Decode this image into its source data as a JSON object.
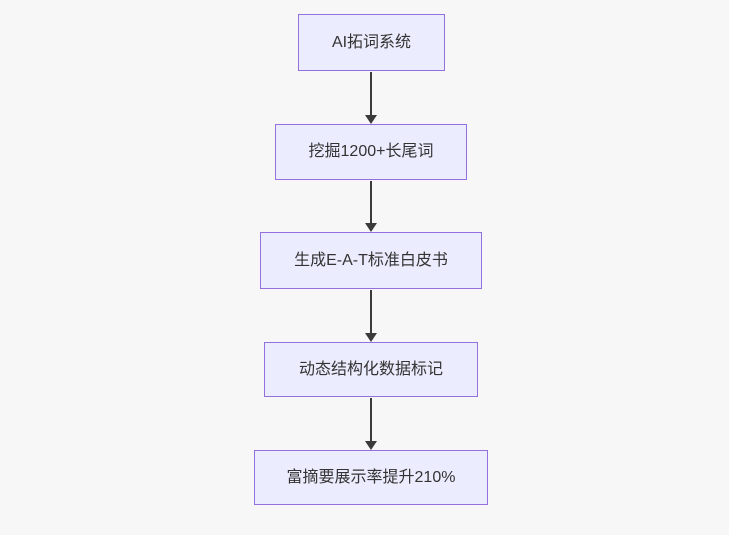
{
  "diagram": {
    "type": "flowchart",
    "direction": "top-down",
    "nodes": [
      {
        "id": "n1",
        "label": "AI拓词系统"
      },
      {
        "id": "n2",
        "label": "挖掘1200+长尾词"
      },
      {
        "id": "n3",
        "label": "生成E-A-T标准白皮书"
      },
      {
        "id": "n4",
        "label": "动态结构化数据标记"
      },
      {
        "id": "n5",
        "label": "富摘要展示率提升210%"
      }
    ],
    "edges": [
      {
        "from": "n1",
        "to": "n2"
      },
      {
        "from": "n2",
        "to": "n3"
      },
      {
        "from": "n3",
        "to": "n4"
      },
      {
        "from": "n4",
        "to": "n5"
      }
    ],
    "colors": {
      "background": "#f7f7f7",
      "node_fill": "#ECECFF",
      "node_border": "#9370DB",
      "node_text": "#333333",
      "edge": "#3a3a3a"
    }
  }
}
